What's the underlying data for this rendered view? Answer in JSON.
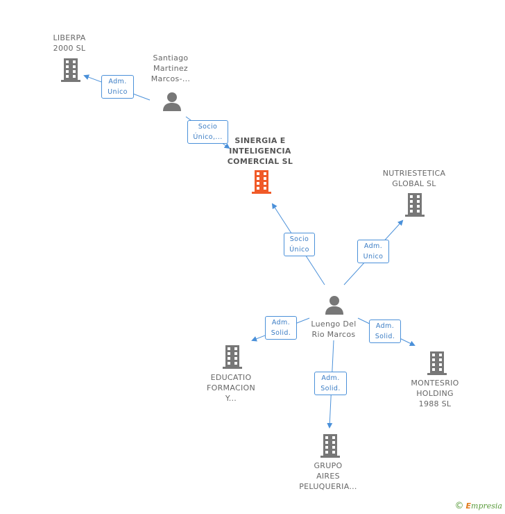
{
  "nodes": {
    "liberpa": {
      "lines": [
        "LIBERPA",
        "2000 SL"
      ]
    },
    "santiago": {
      "lines": [
        "Santiago",
        "Martinez",
        "Marcos-..."
      ]
    },
    "sinergia": {
      "lines": [
        "SINERGIA E",
        "INTELIGENCIA",
        "COMERCIAL SL"
      ]
    },
    "nutriestetica": {
      "lines": [
        "NUTRIESTETICA",
        "GLOBAL SL"
      ]
    },
    "luengo": {
      "lines": [
        "Luengo Del",
        "Rio Marcos"
      ]
    },
    "educatio": {
      "lines": [
        "EDUCATIO",
        "FORMACION",
        "Y..."
      ]
    },
    "montesrio": {
      "lines": [
        "MONTESRIO",
        "HOLDING",
        "1988 SL"
      ]
    },
    "grupo": {
      "lines": [
        "GRUPO",
        "AIRES",
        "PELUQUERIA..."
      ]
    }
  },
  "edges": {
    "santiago_liberpa": [
      "Adm.",
      "Unico"
    ],
    "santiago_sinergia": [
      "Socio",
      "Único,..."
    ],
    "luengo_sinergia": [
      "Socio",
      "Único"
    ],
    "luengo_nutriestetica": [
      "Adm.",
      "Unico"
    ],
    "luengo_educatio": [
      "Adm.",
      "Solid."
    ],
    "luengo_montesrio": [
      "Adm.",
      "Solid."
    ],
    "luengo_grupo": [
      "Adm.",
      "Solid."
    ]
  },
  "colors": {
    "edge": "#4a90d9",
    "company": "#777777",
    "company_highlight": "#f05a28",
    "person": "#777777"
  },
  "footer": {
    "copyright": "©",
    "brand_first": "E",
    "brand_rest": "mpresia"
  }
}
